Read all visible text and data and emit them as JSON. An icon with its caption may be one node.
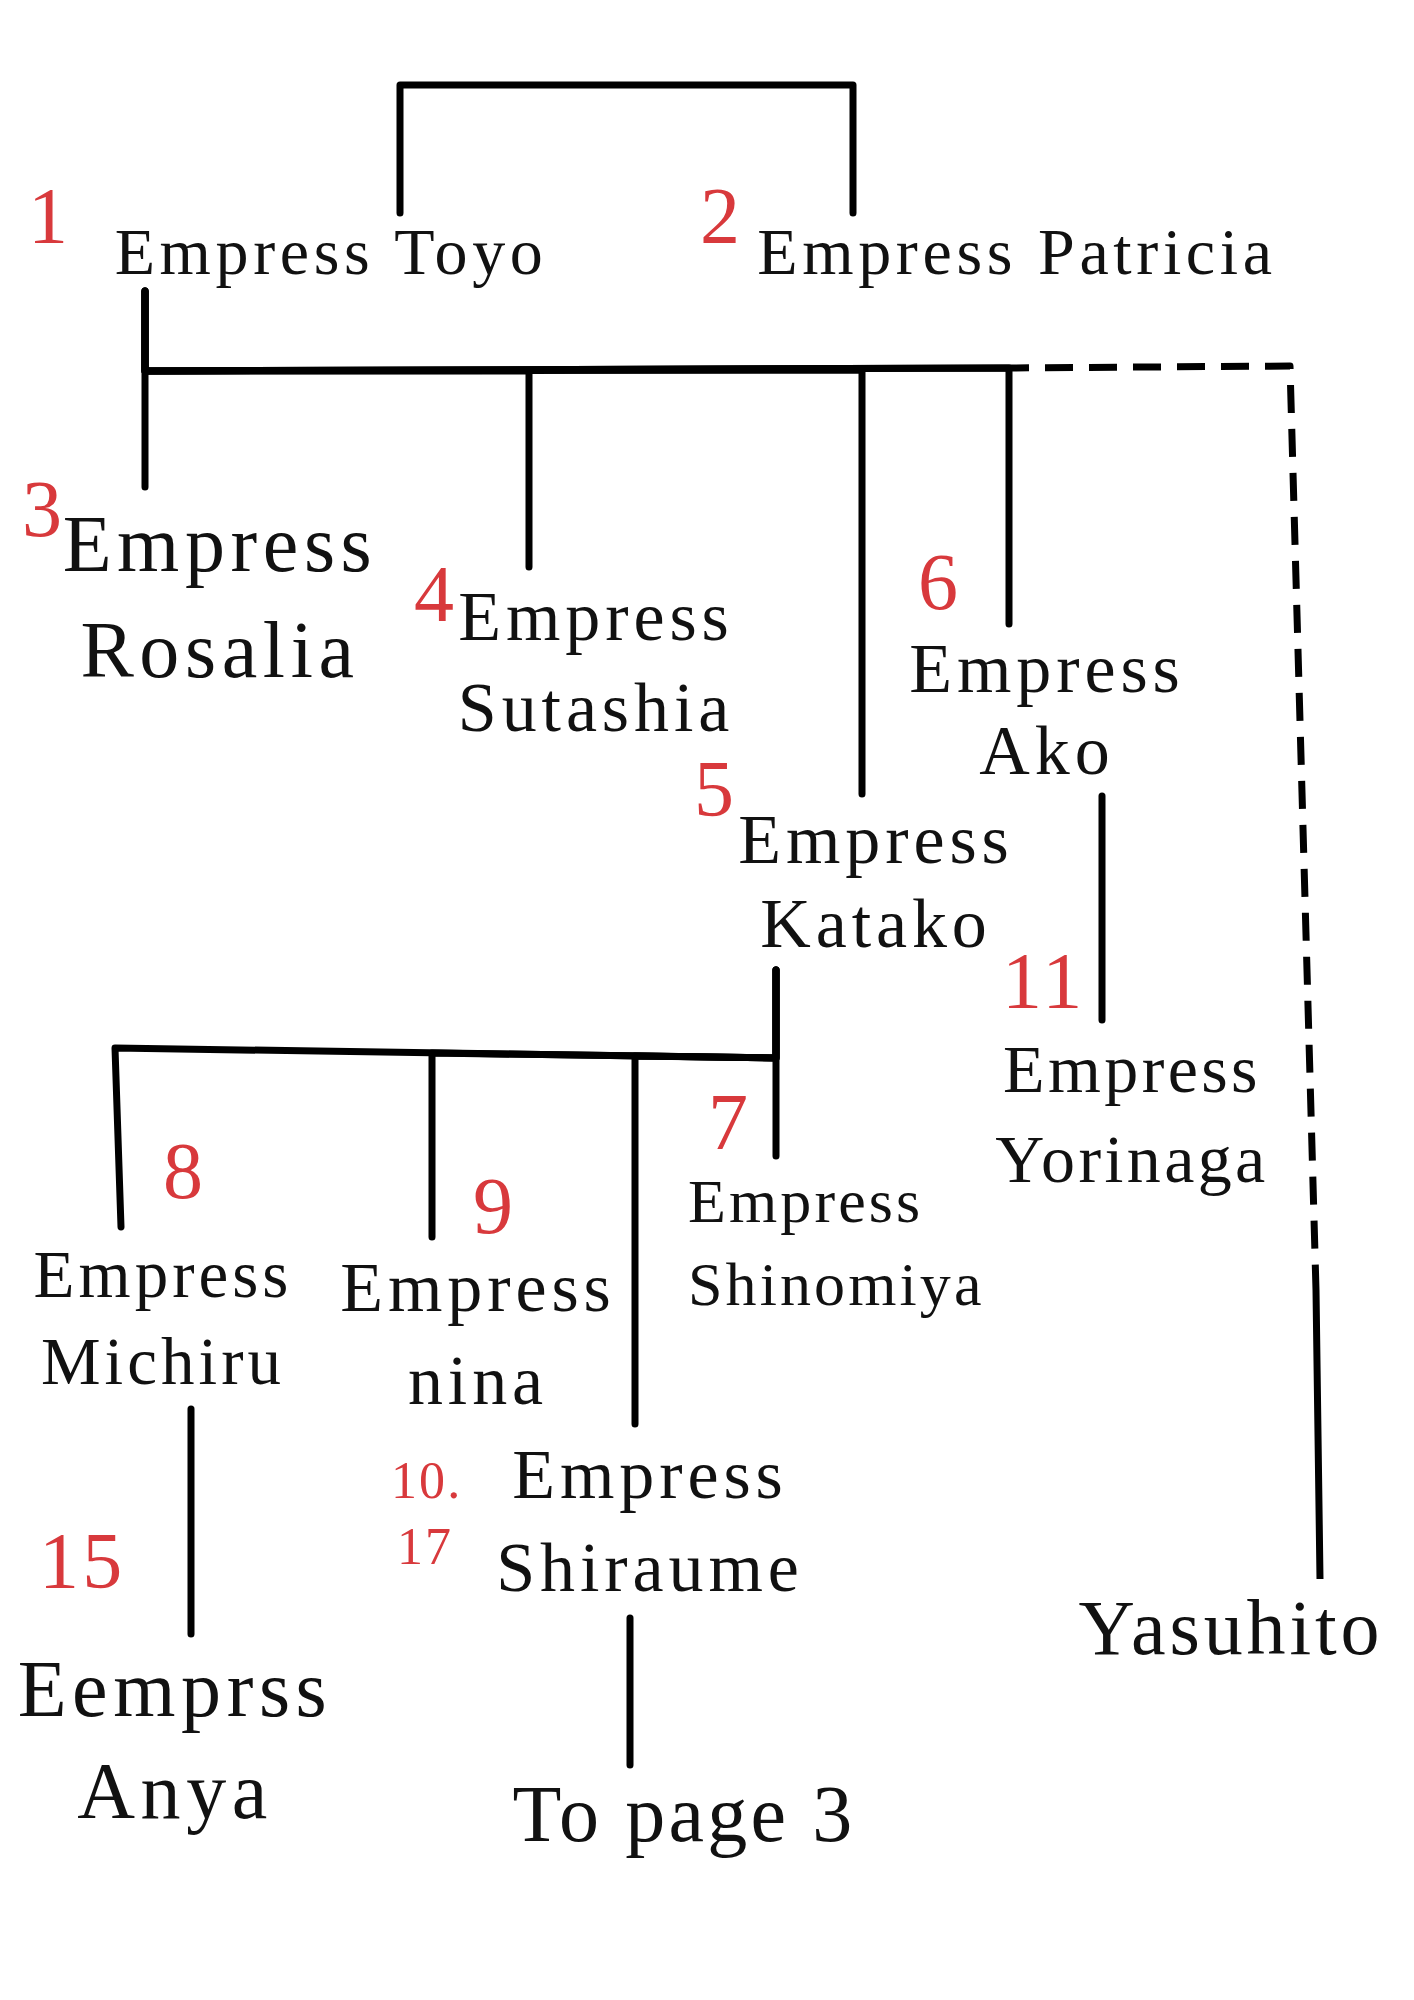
{
  "diagram": {
    "nodes": [
      {
        "text": [
          "Empress Toyo"
        ],
        "beside": [
          "1"
        ]
      },
      {
        "text": [
          "Empress Patricia"
        ],
        "beside": [
          "2"
        ]
      },
      {
        "text": [
          "Empress Rosalia"
        ],
        "beside": [
          "3"
        ]
      },
      {
        "text": [
          "Empress Sutashia"
        ],
        "beside": [
          "4"
        ]
      },
      {
        "text": [
          "Empress Ako"
        ],
        "beside": [
          "6"
        ]
      },
      {
        "text": [
          "Empress Katako"
        ],
        "beside": [
          "5"
        ]
      },
      {
        "text": [
          "Empress Yorinaga"
        ],
        "beside": [
          "11"
        ]
      },
      {
        "text": [
          "Empress Shinomiya"
        ],
        "beside": [
          "7"
        ]
      },
      {
        "text": [
          "Empress Michiru"
        ],
        "beside": [
          "8"
        ]
      },
      {
        "text": [
          "Empress nina"
        ],
        "beside": [
          "9"
        ]
      },
      {
        "text": [
          "Empress Shiraume"
        ],
        "beside": [
          "10.",
          "17"
        ]
      },
      {
        "text": [
          "Yasuhito"
        ]
      },
      {
        "text": [
          "Eemprss Anya"
        ],
        "beside": [
          "15"
        ]
      },
      {
        "text": [
          "To page 3"
        ]
      }
    ],
    "edges": [
      {
        "from": 0,
        "to": 1,
        "arrow": "none"
      },
      {
        "from": 0,
        "to": 2,
        "arrow": "none"
      },
      {
        "from": 0,
        "to": 3,
        "arrow": "none"
      },
      {
        "from": 0,
        "to": 5,
        "arrow": "none"
      },
      {
        "from": 0,
        "to": 4,
        "arrow": "none"
      },
      {
        "from": 0,
        "to": 11,
        "arrow": "none",
        "style": "dashed"
      },
      {
        "from": 4,
        "to": 6,
        "arrow": "none"
      },
      {
        "from": 5,
        "to": 7,
        "arrow": "none"
      },
      {
        "from": 5,
        "to": 8,
        "arrow": "none"
      },
      {
        "from": 5,
        "to": 9,
        "arrow": "none"
      },
      {
        "from": 5,
        "to": 10,
        "arrow": "none"
      },
      {
        "from": 8,
        "to": 12,
        "arrow": "none"
      },
      {
        "from": 10,
        "to": 13,
        "arrow": "none"
      }
    ]
  }
}
